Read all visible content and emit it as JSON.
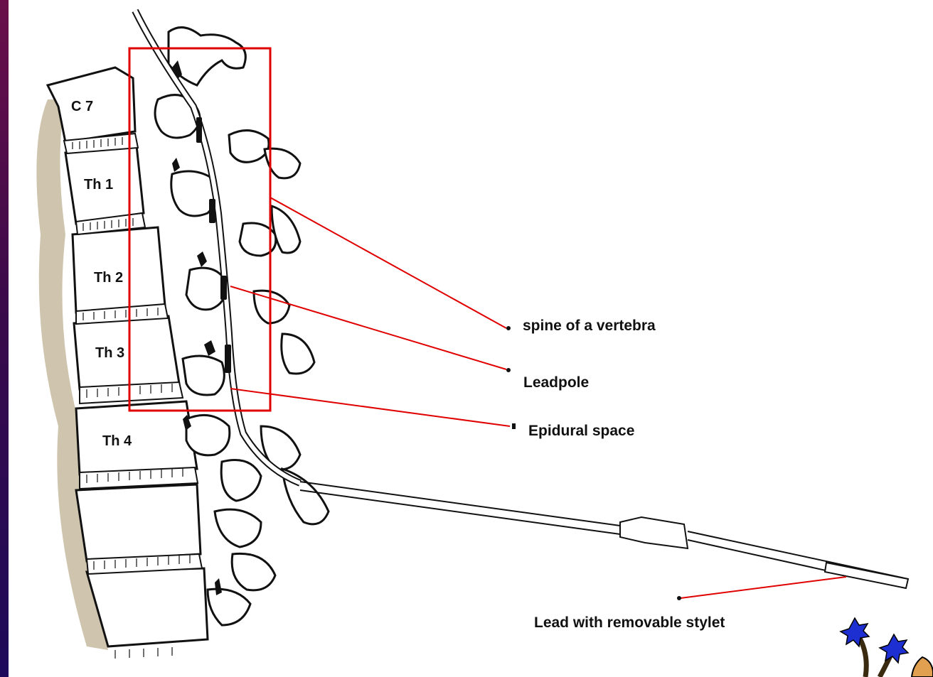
{
  "vertebrae": [
    "C 7",
    "Th 1",
    "Th 2",
    "Th 3",
    "Th 4"
  ],
  "callouts": {
    "spine": "spine of a vertebra",
    "leadpole": "Leadpole",
    "epidural": "Epidural space",
    "lead": "Lead with removable stylet"
  },
  "colors": {
    "highlight": "#e00000",
    "frame_top": "#6a0f4a",
    "frame_bottom": "#1d0a5a"
  }
}
